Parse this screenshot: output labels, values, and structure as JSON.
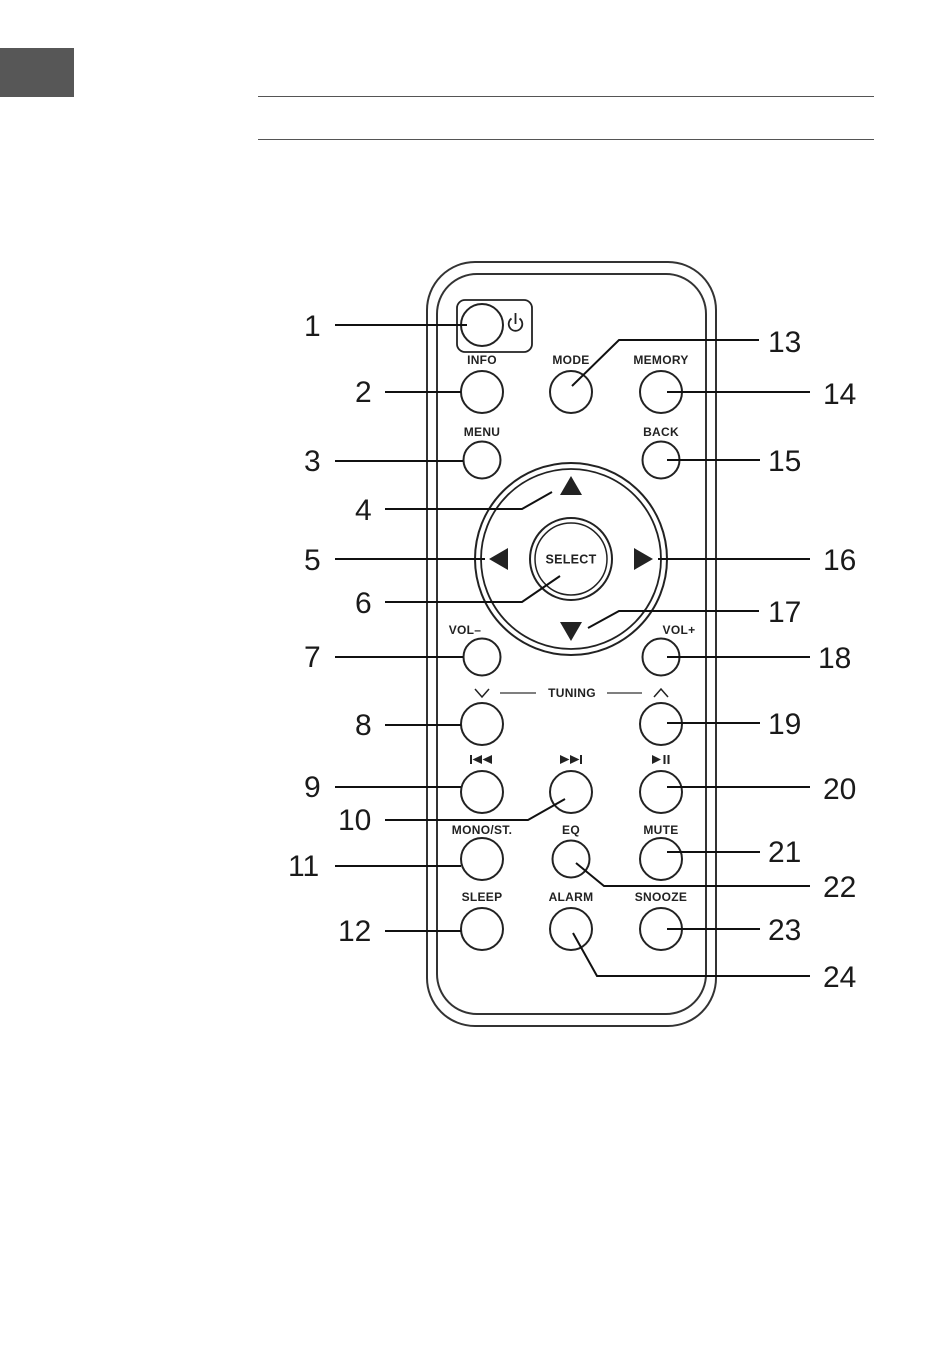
{
  "buttons": {
    "info": "INFO",
    "mode": "MODE",
    "memory": "MEMORY",
    "menu": "MENU",
    "back": "BACK",
    "select": "SELECT",
    "vol_minus": "VOL–",
    "vol_plus": "VOL+",
    "tuning": "TUNING",
    "mono_st": "MONO/ST.",
    "eq": "EQ",
    "mute": "MUTE",
    "sleep": "SLEEP",
    "alarm": "ALARM",
    "snooze": "SNOOZE"
  },
  "callouts": [
    "1",
    "2",
    "3",
    "4",
    "5",
    "6",
    "7",
    "8",
    "9",
    "10",
    "11",
    "12",
    "13",
    "14",
    "15",
    "16",
    "17",
    "18",
    "19",
    "20",
    "21",
    "22",
    "23",
    "24"
  ],
  "colors": {
    "ink": "#222222",
    "tab": "#575757",
    "background": "#ffffff"
  },
  "icons": [
    "power-icon",
    "arrow-up-icon",
    "arrow-down-icon",
    "arrow-left-icon",
    "arrow-right-icon",
    "tuning-down-chevron-icon",
    "tuning-up-chevron-icon",
    "previous-track-icon",
    "next-track-icon",
    "play-pause-icon"
  ]
}
